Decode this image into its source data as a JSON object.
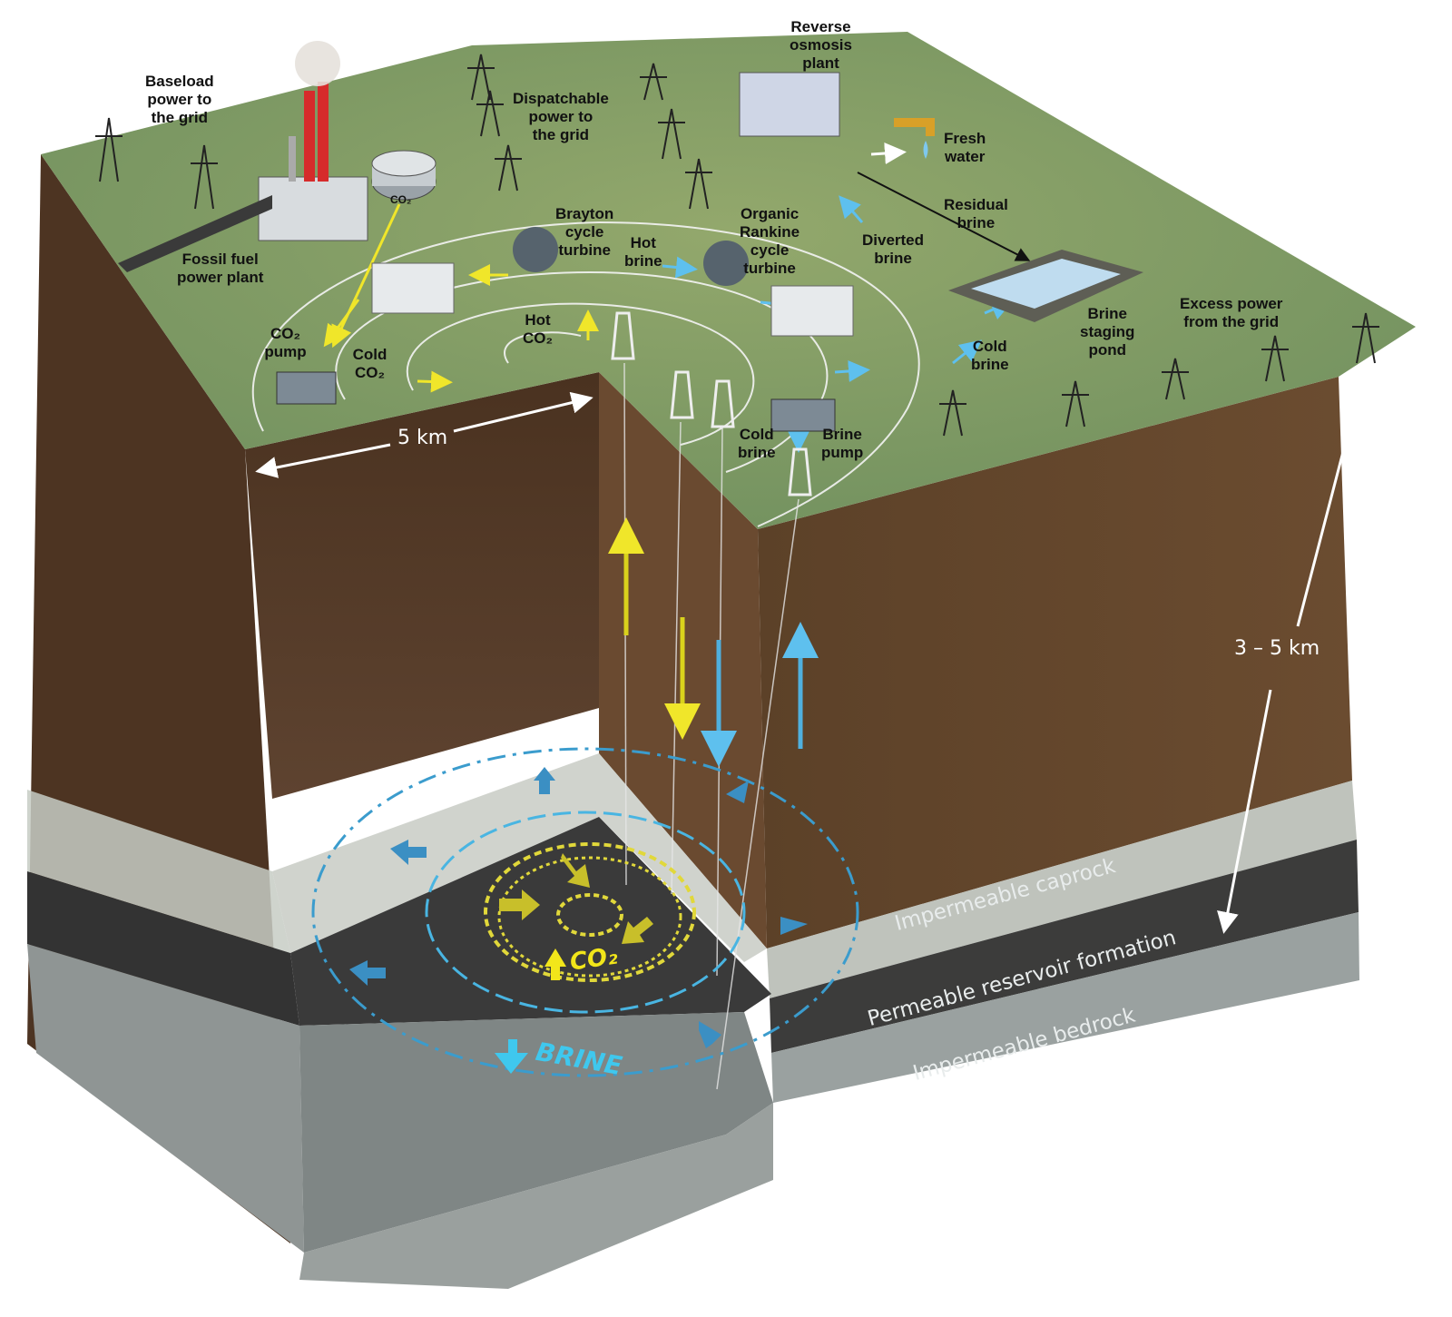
{
  "labels": {
    "baseload": [
      "Baseload",
      "power to",
      "the grid"
    ],
    "dispatchable": [
      "Dispatchable",
      "power to",
      "the grid"
    ],
    "reverse_osmosis": [
      "Reverse",
      "osmosis",
      "plant"
    ],
    "fresh_water": [
      "Fresh",
      "water"
    ],
    "residual_brine": [
      "Residual",
      "brine"
    ],
    "diverted_brine": [
      "Diverted",
      "brine"
    ],
    "brayton": [
      "Brayton",
      "cycle",
      "turbine"
    ],
    "orc": [
      "Organic",
      "Rankine",
      "cycle",
      "turbine"
    ],
    "hot_brine": [
      "Hot",
      "brine"
    ],
    "fossil_plant": [
      "Fossil fuel",
      "power plant"
    ],
    "co2_pump": "CO₂ pump",
    "cold_co2": "Cold CO₂",
    "hot_co2": "Hot CO₂",
    "cold_brine_right": [
      "Cold",
      "brine"
    ],
    "cold_brine_center": [
      "Cold",
      "brine"
    ],
    "brine_pump": [
      "Brine",
      "pump"
    ],
    "brine_staging_pond": [
      "Brine",
      "staging",
      "pond"
    ],
    "excess_power": [
      "Excess power",
      "from the grid"
    ],
    "co2_tank": "CO₂"
  },
  "dimensions": {
    "width": "5 km",
    "depth": "3 – 5 km"
  },
  "layers": {
    "caprock": "Impermeable caprock",
    "reservoir": "Permeable reservoir  formation",
    "bedrock": "Impermeable bedrock"
  },
  "reservoir_labels": {
    "co2": "CO₂",
    "brine": "BRINE"
  },
  "colors": {
    "co2_flow": "#e8e01c",
    "brine_flow": "#3fb0e0",
    "ground": "#7f9a63",
    "soil": "#5b3f27",
    "reservoir_rock": "#3a3a3a"
  }
}
